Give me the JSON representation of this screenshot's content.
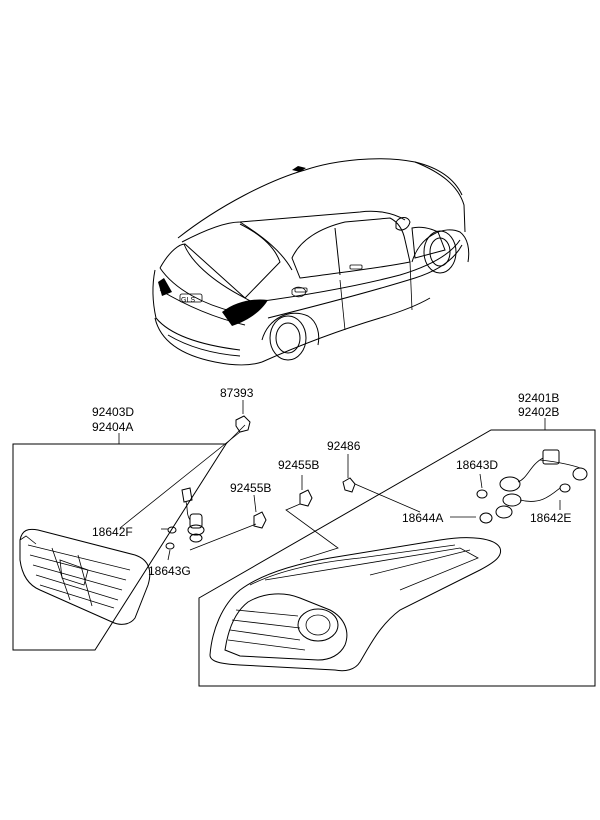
{
  "labels": {
    "p87393": "87393",
    "p92403D": "92403D",
    "p92404A": "92404A",
    "p92401B": "92401B",
    "p92402B": "92402B",
    "p92486": "92486",
    "p92455B_upper": "92455B",
    "p92455B_lower": "92455B",
    "p18643D": "18643D",
    "p18642F": "18642F",
    "p18643G": "18643G",
    "p18644A": "18644A",
    "p18642E": "18642E"
  }
}
